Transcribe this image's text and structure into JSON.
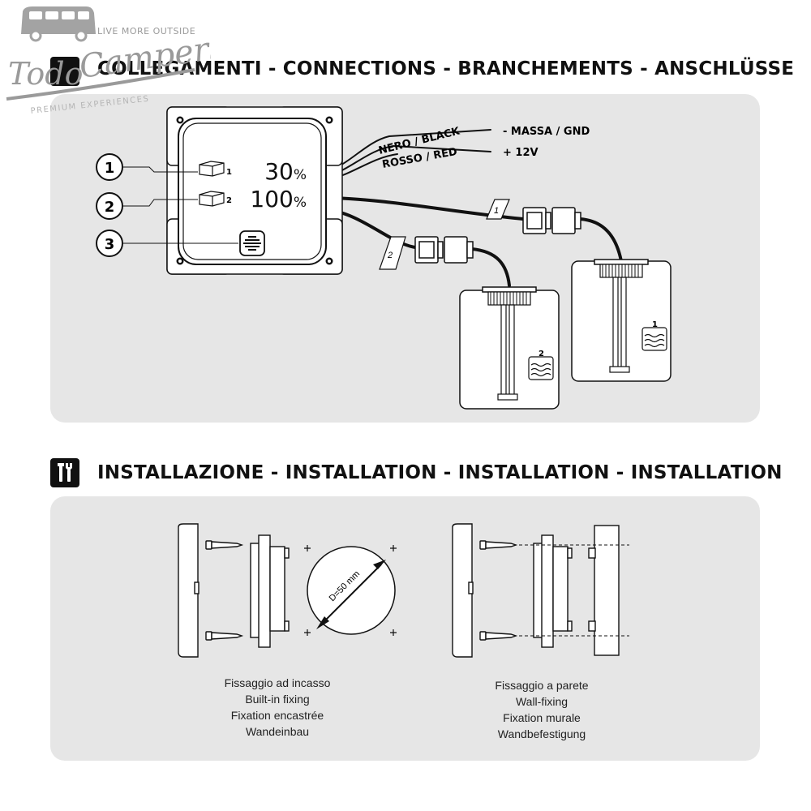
{
  "logo": {
    "brand_prefix": "Todo",
    "brand_name": "Campers",
    "tagline_top": "LIVE MORE OUTSIDE",
    "tagline_bottom": "PREMIUM EXPERIENCES"
  },
  "connections": {
    "heading": "COLLEGAMENTI - CONNECTIONS - BRANCHEMENTS - ANSCHLÜSSE",
    "display": {
      "tank1_label": "1",
      "tank1_value": "30",
      "tank2_label": "2",
      "tank2_value": "100",
      "unit": "%"
    },
    "callouts": [
      "1",
      "2",
      "3"
    ],
    "wires": {
      "black_label": "NERO / BLACK",
      "red_label": "ROSSO / RED",
      "ground_label": "- MASSA / GND",
      "power_label": "+ 12V"
    },
    "cable_tags": [
      "1",
      "2"
    ],
    "tanks": [
      {
        "label": "1"
      },
      {
        "label": "2"
      }
    ]
  },
  "installation": {
    "heading": "INSTALLAZIONE - INSTALLATION - INSTALLATION - INSTALLATION",
    "hole_diameter": "D=50 mm",
    "builtin": [
      "Fissaggio ad incasso",
      "Built-in fixing",
      "Fixation encastrée",
      "Wandeinbau"
    ],
    "wall": [
      "Fissaggio a parete",
      "Wall-fixing",
      "Fixation murale",
      "Wandbefestigung"
    ]
  },
  "colors": {
    "panel_bg": "#e6e6e6",
    "line": "#111111",
    "logo_grey": "#9a9a9a"
  }
}
